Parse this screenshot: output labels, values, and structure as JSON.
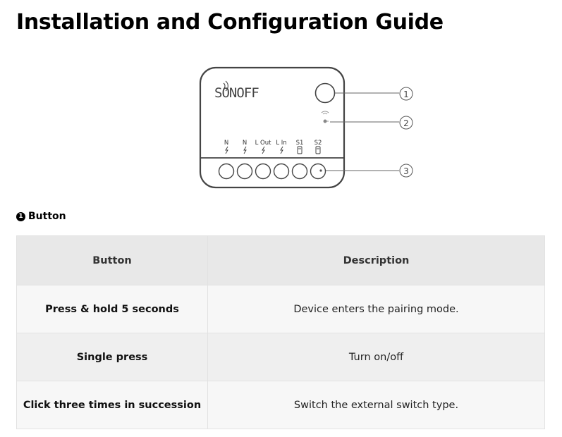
{
  "page": {
    "title": "Installation and Configuration Guide"
  },
  "device": {
    "brand": "SONOFF",
    "terminals": [
      "N",
      "N",
      "L Out",
      "L In",
      "S1",
      "S2"
    ],
    "callouts": [
      "1",
      "2",
      "3"
    ]
  },
  "section": {
    "number": "1",
    "title": "Button"
  },
  "table": {
    "headers": [
      "Button",
      "Description"
    ],
    "rows": [
      {
        "button": "Press & hold 5 seconds",
        "description": "Device enters the pairing mode."
      },
      {
        "button": "Single press",
        "description": "Turn on/off"
      },
      {
        "button": "Click three times in succession",
        "description": "Switch the external switch type."
      }
    ]
  },
  "colors": {
    "header_bg": "#e8e8e8",
    "row_light": "#f7f7f7",
    "row_dark": "#efefef",
    "outline": "#444444"
  }
}
